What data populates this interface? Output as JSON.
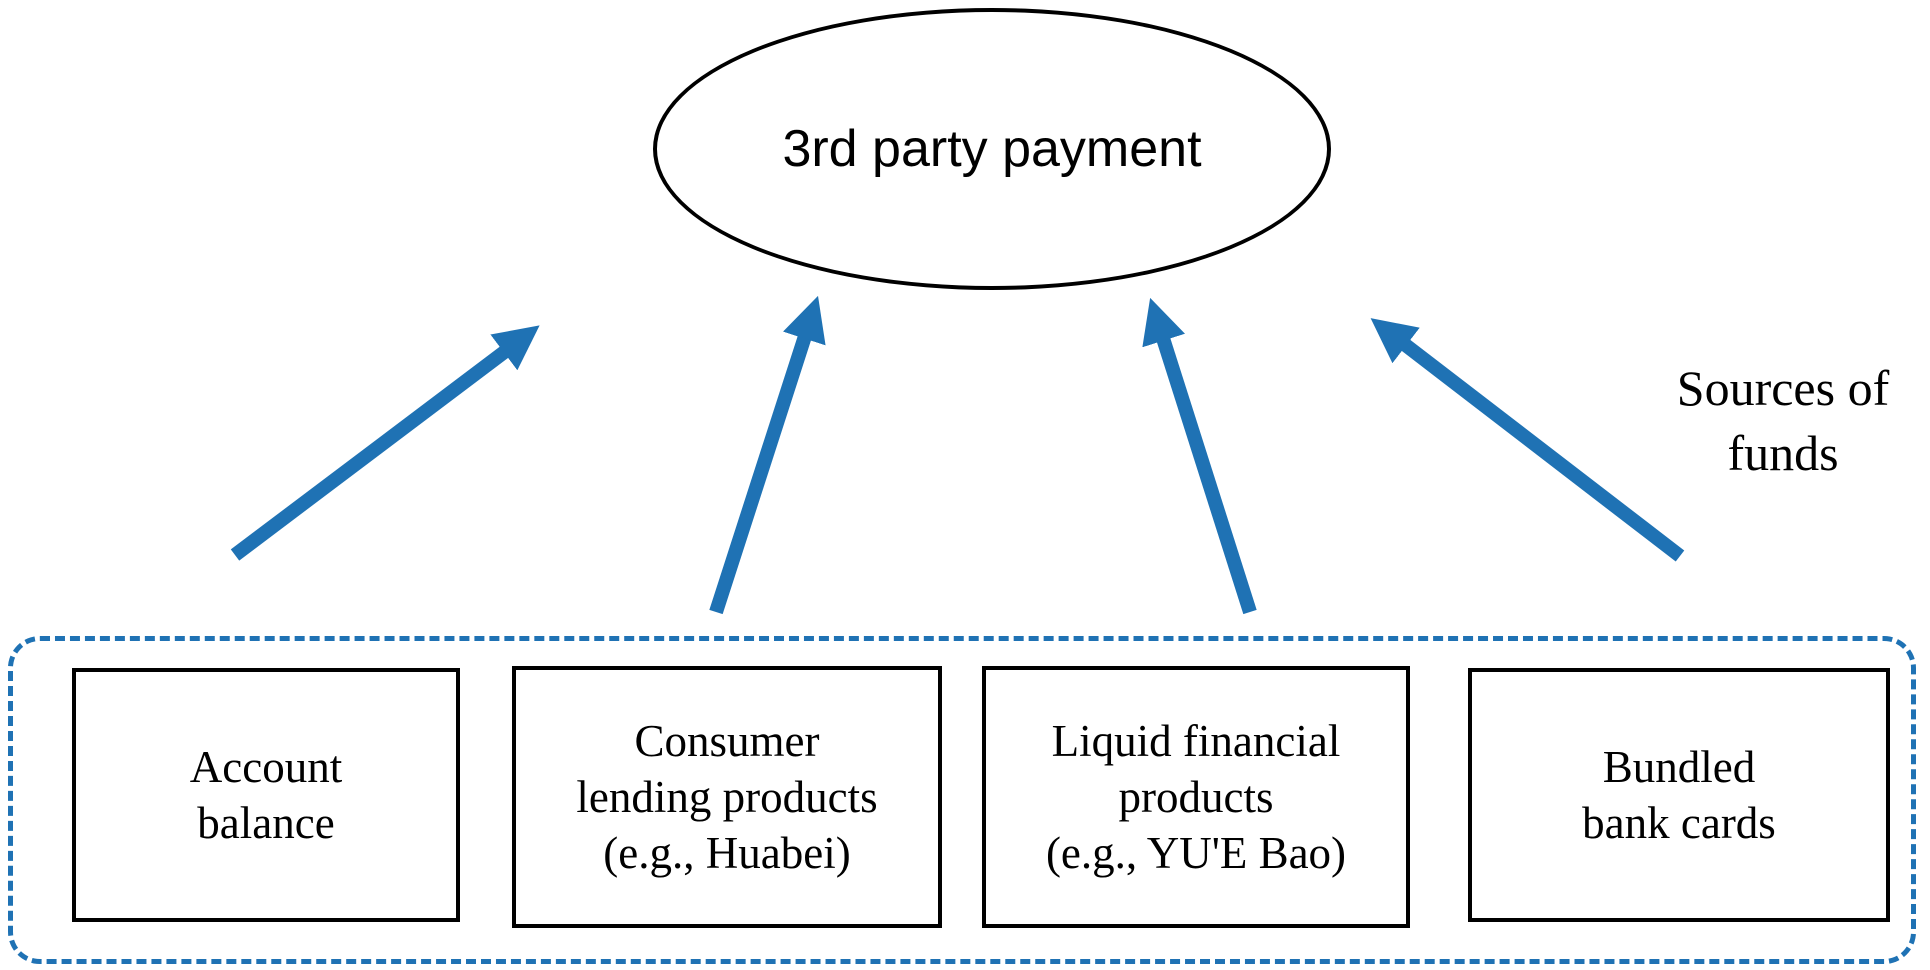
{
  "diagram": {
    "title": "3rd party payment",
    "side_label": {
      "full": "Sources of funds",
      "lines": [
        "Sources of",
        "funds"
      ]
    },
    "boxes": [
      {
        "label": "Account balance",
        "lines": [
          "Account",
          "balance"
        ]
      },
      {
        "label": "Consumer lending products (e.g., Huabei)",
        "lines": [
          "Consumer",
          "lending products",
          "(e.g., Huabei)"
        ]
      },
      {
        "label": "Liquid financial products (e.g., YU'E Bao)",
        "lines": [
          "Liquid financial",
          "products",
          "(e.g., YU'E Bao)"
        ]
      },
      {
        "label": "Bundled bank cards",
        "lines": [
          "Bundled",
          "bank cards"
        ]
      }
    ],
    "arrows": [
      {
        "name": "account-balance-to-payment"
      },
      {
        "name": "consumer-lending-to-payment"
      },
      {
        "name": "liquid-financial-to-payment"
      },
      {
        "name": "bundled-cards-to-payment"
      }
    ],
    "colors": {
      "arrow": "#1f72b4",
      "dashed_border": "#1f72b4",
      "box_border": "#000000",
      "background": "#ffffff"
    }
  }
}
